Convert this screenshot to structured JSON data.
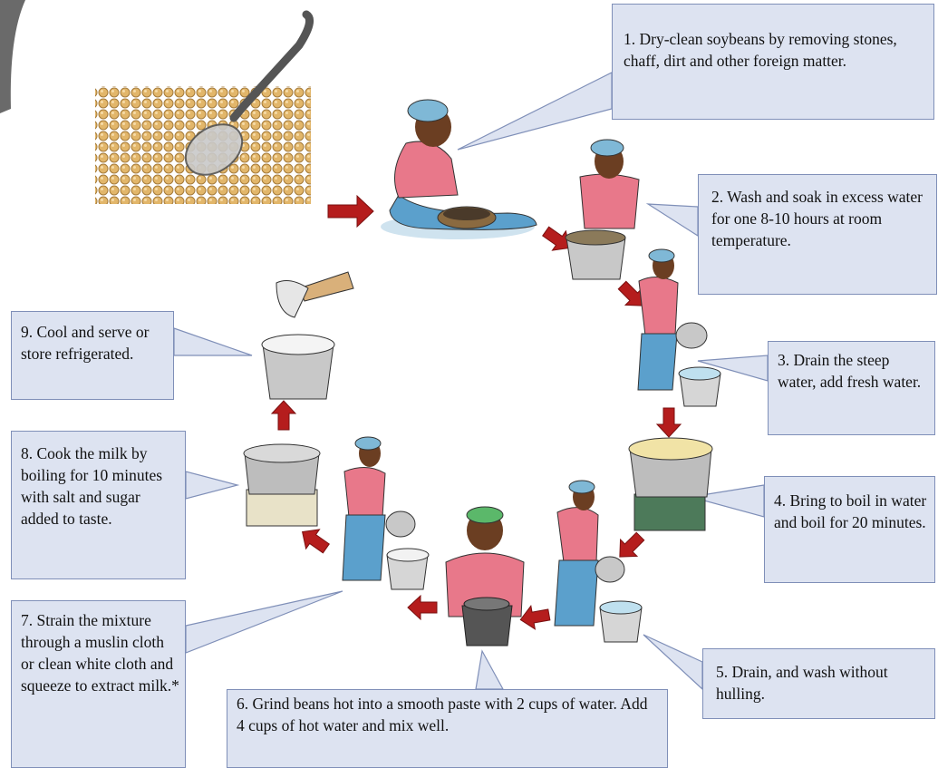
{
  "steps": [
    {
      "id": "1",
      "text": "1. Dry-clean soybeans by removing stones, chaff, dirt and other foreign matter."
    },
    {
      "id": "2",
      "text": "2. Wash and soak in excess water for one 8-10 hours at room temperature."
    },
    {
      "id": "3",
      "text": "3. Drain the steep water, add fresh water."
    },
    {
      "id": "4",
      "text": "4. Bring to boil in water and boil for 20 minutes."
    },
    {
      "id": "5",
      "text": "5. Drain, and wash without hulling."
    },
    {
      "id": "6",
      "text": "6. Grind beans hot into a smooth paste with 2 cups of water. Add 4 cups of hot water and mix well."
    },
    {
      "id": "7",
      "text": "7. Strain the mixture through a muslin cloth or clean white cloth and squeeze to extract milk.*"
    },
    {
      "id": "8",
      "text": "8. Cook the milk by boiling for 10 minutes with salt and sugar added to taste."
    },
    {
      "id": "9",
      "text": "9. Cool and serve or store refrigerated."
    }
  ],
  "colors": {
    "callout_fill": "#dde3f1",
    "callout_border": "#7f8fb8",
    "arrow": "#b51d1d",
    "blouse": "#e8788a",
    "skirt": "#5ba0cc",
    "headscarf": "#7fb8d6",
    "skin": "#6b3e22",
    "soybean": "#e2b66a"
  }
}
